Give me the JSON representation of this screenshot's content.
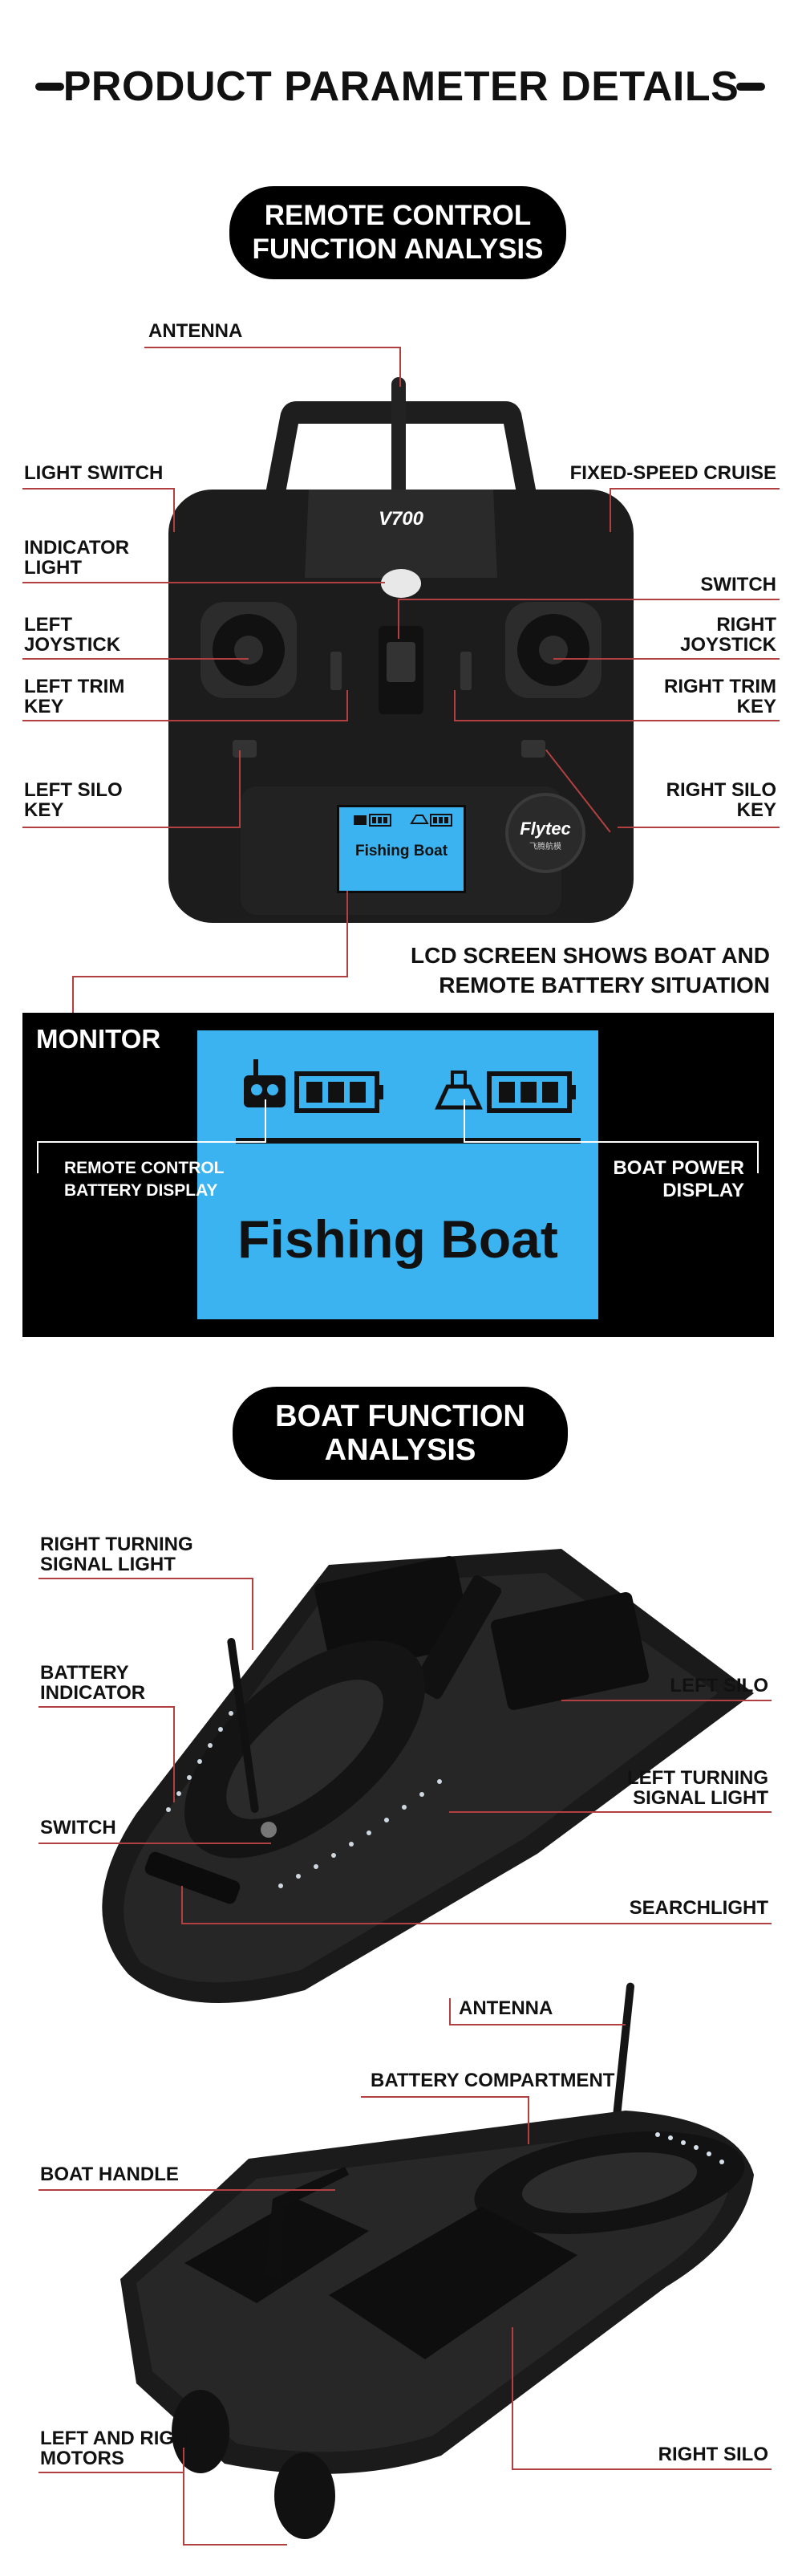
{
  "header": {
    "title": "PRODUCT PARAMETER DETAILS"
  },
  "remote_section": {
    "pill_line1": "REMOTE CONTROL",
    "pill_line2": "FUNCTION ANALYSIS"
  },
  "remote": {
    "model": "V700",
    "brand": "Flytec",
    "brand_sub": "飞腾航模",
    "lcd_text": "Fishing Boat"
  },
  "remote_labels": {
    "antenna": "ANTENNA",
    "light_switch": "LIGHT SWITCH",
    "fixed_speed": "FIXED-SPEED CRUISE",
    "indicator": "INDICATOR\nLIGHT",
    "switch": "SWITCH",
    "left_joystick": "LEFT\nJOYSTICK",
    "right_joystick": "RIGHT\nJOYSTICK",
    "left_trim": "LEFT TRIM\nKEY",
    "right_trim": "RIGHT TRIM\nKEY",
    "left_silo": "LEFT SILO\nKEY",
    "right_silo": "RIGHT SILO\nKEY",
    "lcd_caption": "LCD SCREEN SHOWS BOAT AND\nREMOTE BATTERY SITUATION"
  },
  "monitor": {
    "title": "MONITOR",
    "screen_text": "Fishing Boat",
    "left_label": "REMOTE CONTROL\nBATTERY DISPLAY",
    "right_label": "BOAT POWER\nDISPLAY",
    "screen_color": "#3ab3f0"
  },
  "boat_section": {
    "pill_line1": "BOAT FUNCTION",
    "pill_line2": "ANALYSIS"
  },
  "boat_top_labels": {
    "right_turning": "RIGHT TURNING\nSIGNAL LIGHT",
    "battery_indicator": "BATTERY\nINDICATOR",
    "left_silo": "LEFT SILO",
    "left_turning": "LEFT TURNING\nSIGNAL LIGHT",
    "switch": "SWITCH",
    "searchlight": "SEARCHLIGHT"
  },
  "boat_bottom_labels": {
    "antenna": "ANTENNA",
    "battery_compartment": "BATTERY COMPARTMENT",
    "boat_handle": "BOAT HANDLE",
    "motors": "LEFT AND RIGHT\nMOTORS",
    "right_silo": "RIGHT SILO"
  },
  "colors": {
    "leader_line": "#b34040",
    "lcd_blue": "#3ab3f0",
    "body": "#1c1c1c"
  }
}
